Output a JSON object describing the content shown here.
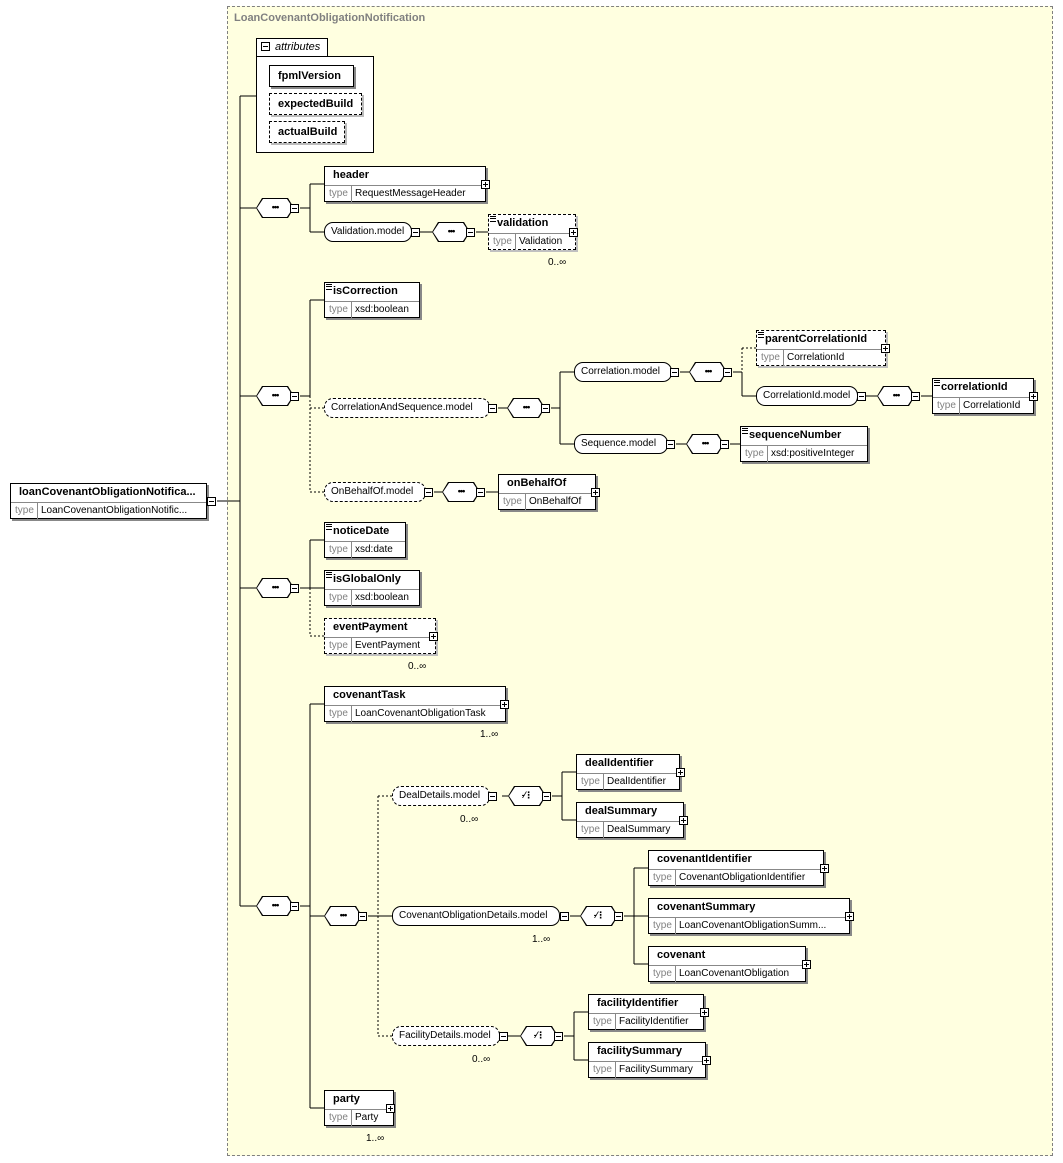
{
  "diagram": {
    "container_title": "LoanCovenantObligationNotification",
    "attributes_tab": "attributes",
    "attributes": [
      {
        "name": "fpmlVersion",
        "required": true
      },
      {
        "name": "expectedBuild",
        "required": false
      },
      {
        "name": "actualBuild",
        "required": false
      }
    ],
    "root": {
      "name": "loanCovenantObligationNotifica...",
      "type": "LoanCovenantObligationNotific..."
    },
    "type_label": "type",
    "elements": {
      "header": {
        "name": "header",
        "type": "RequestMessageHeader"
      },
      "validation": {
        "name": "validation",
        "type": "Validation",
        "occurs": "0..∞"
      },
      "isCorrection": {
        "name": "isCorrection",
        "type": "xsd:boolean"
      },
      "parentCorrelationId": {
        "name": "parentCorrelationId",
        "type": "CorrelationId"
      },
      "correlationId": {
        "name": "correlationId",
        "type": "CorrelationId"
      },
      "sequenceNumber": {
        "name": "sequenceNumber",
        "type": "xsd:positiveInteger"
      },
      "onBehalfOf": {
        "name": "onBehalfOf",
        "type": "OnBehalfOf"
      },
      "noticeDate": {
        "name": "noticeDate",
        "type": "xsd:date"
      },
      "isGlobalOnly": {
        "name": "isGlobalOnly",
        "type": "xsd:boolean"
      },
      "eventPayment": {
        "name": "eventPayment",
        "type": "EventPayment",
        "occurs": "0..∞"
      },
      "covenantTask": {
        "name": "covenantTask",
        "type": "LoanCovenantObligationTask",
        "occurs": "1..∞"
      },
      "dealIdentifier": {
        "name": "dealIdentifier",
        "type": "DealIdentifier"
      },
      "dealSummary": {
        "name": "dealSummary",
        "type": "DealSummary"
      },
      "covenantIdentifier": {
        "name": "covenantIdentifier",
        "type": "CovenantObligationIdentifier"
      },
      "covenantSummary": {
        "name": "covenantSummary",
        "type": "LoanCovenantObligationSumm..."
      },
      "covenant": {
        "name": "covenant",
        "type": "LoanCovenantObligation"
      },
      "facilityIdentifier": {
        "name": "facilityIdentifier",
        "type": "FacilityIdentifier"
      },
      "facilitySummary": {
        "name": "facilitySummary",
        "type": "FacilitySummary"
      },
      "party": {
        "name": "party",
        "type": "Party",
        "occurs": "1..∞"
      }
    },
    "groups": {
      "validationModel": {
        "label": "Validation.model"
      },
      "correlationAndSequenceModel": {
        "label": "CorrelationAndSequence.model"
      },
      "correlationModel": {
        "label": "Correlation.model"
      },
      "correlationIdModel": {
        "label": "CorrelationId.model"
      },
      "sequenceModel": {
        "label": "Sequence.model"
      },
      "onBehalfOfModel": {
        "label": "OnBehalfOf.model"
      },
      "dealDetailsModel": {
        "label": "DealDetails.model",
        "occurs": "0..∞"
      },
      "covenantObligationDetailsModel": {
        "label": "CovenantObligationDetails.model",
        "occurs": "1..∞"
      },
      "facilityDetailsModel": {
        "label": "FacilityDetails.model",
        "occurs": "0..∞"
      }
    }
  }
}
